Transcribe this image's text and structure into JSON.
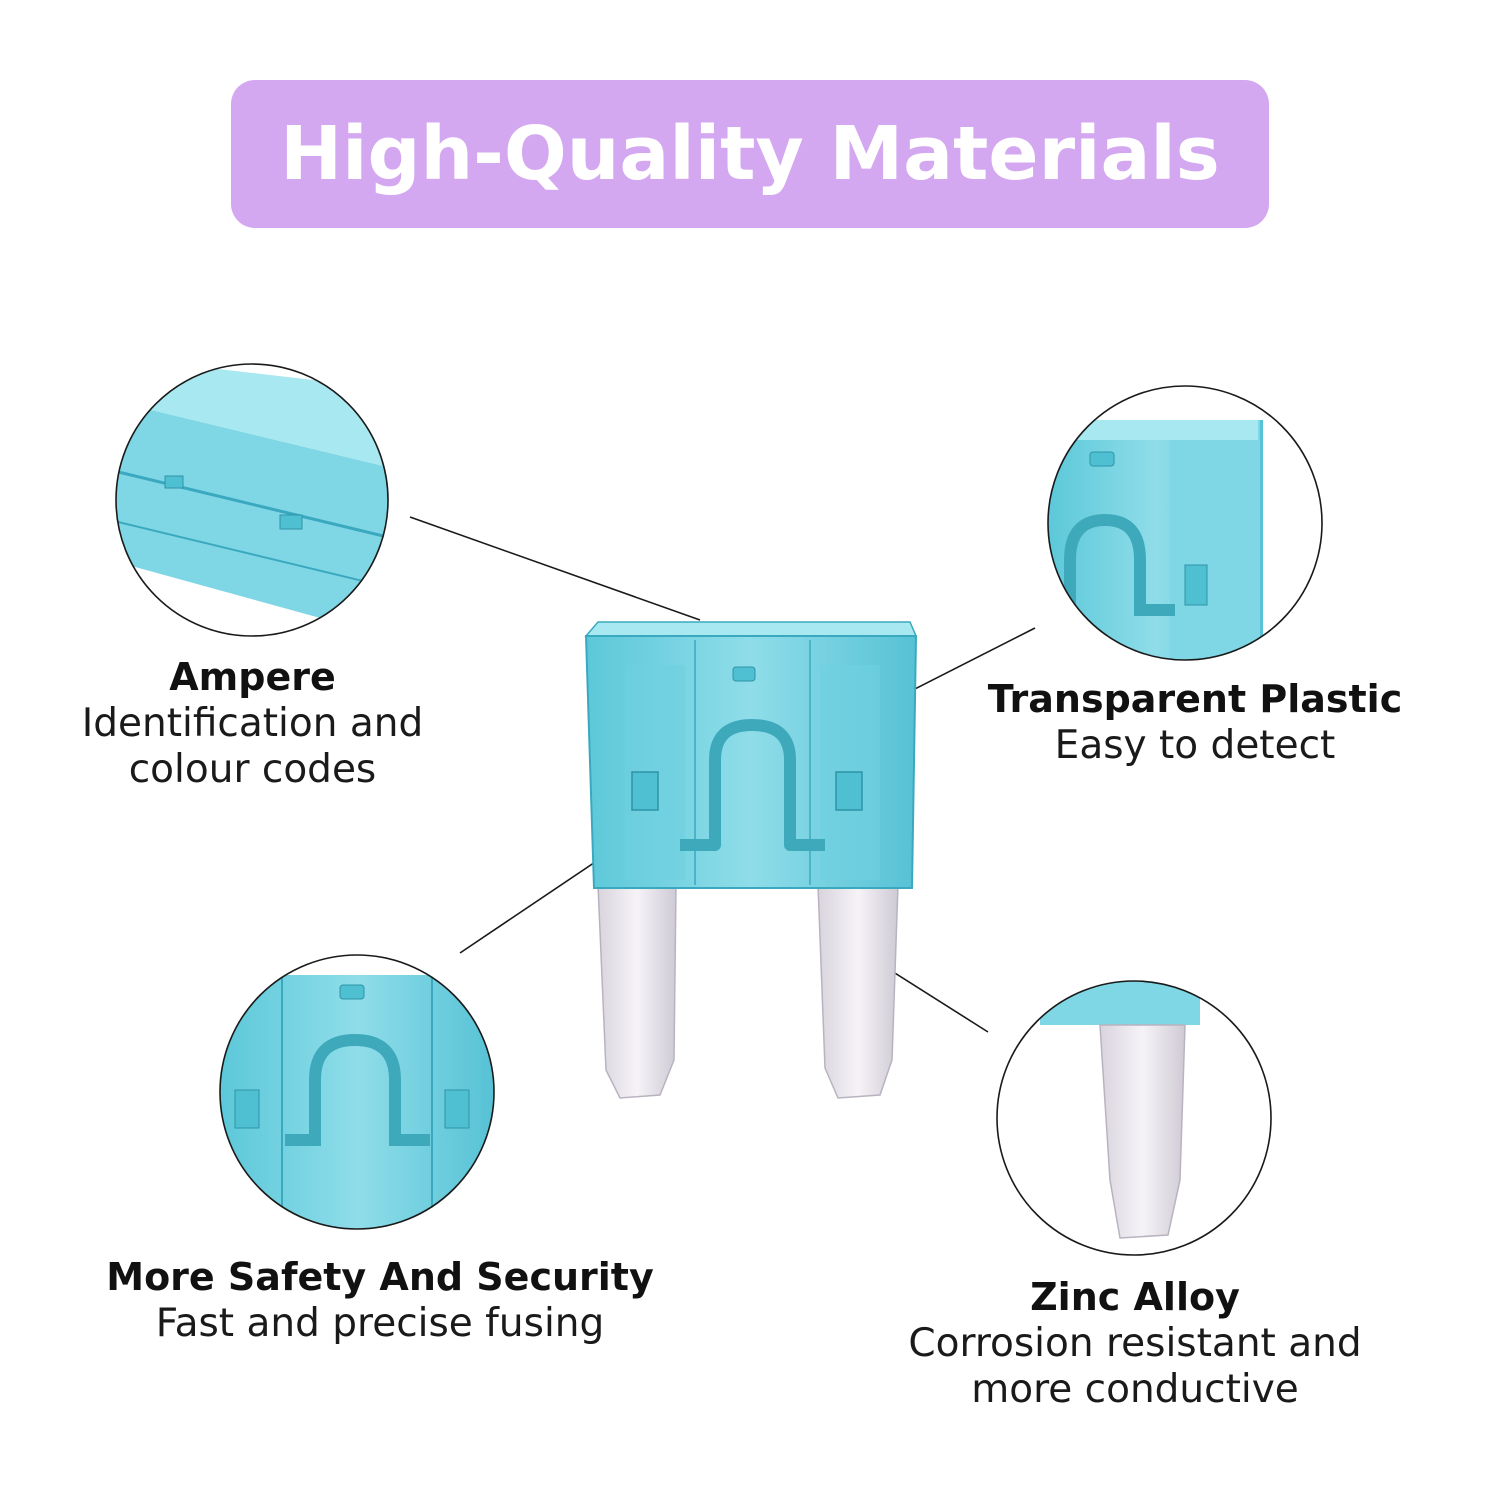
{
  "title": "High-Quality Materials",
  "colors": {
    "banner": "#d4a8f0",
    "fuse_body": "#7fd6e4",
    "fuse_body_dark": "#4fbfd2",
    "fuse_blade": "#ece8ef",
    "leader_line": "#1a1a1a",
    "circle_outline": "#1a1a1a"
  },
  "callouts": {
    "ampere": {
      "title": "Ampere",
      "lines": [
        "Identification and",
        "colour codes"
      ]
    },
    "plastic": {
      "title": "Transparent Plastic",
      "lines": [
        "Easy to detect"
      ]
    },
    "safety": {
      "title": "More Safety And Security",
      "lines": [
        "Fast and precise fusing"
      ]
    },
    "zinc": {
      "title": "Zinc Alloy",
      "lines": [
        "Corrosion resistant and",
        "more conductive"
      ]
    }
  }
}
